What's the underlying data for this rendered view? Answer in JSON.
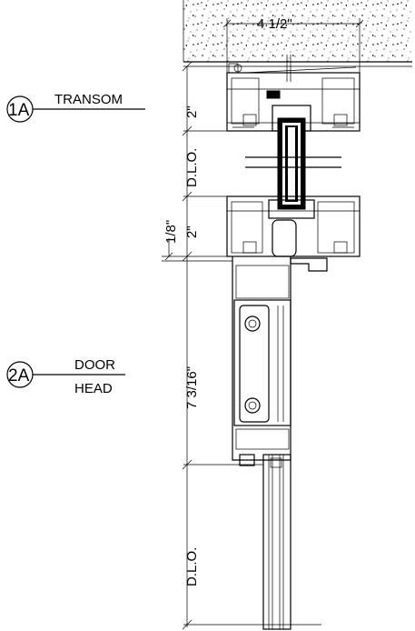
{
  "callouts": {
    "transom": {
      "bubble": "1A",
      "label": "TRANSOM"
    },
    "door_head": {
      "bubble": "2A",
      "label_line1": "DOOR",
      "label_line2": "HEAD"
    }
  },
  "dimensions": {
    "top_width": "4 1/2\"",
    "transom_depth": "2\"",
    "dlo_upper": "D.L.O.",
    "head_depth": "2\"",
    "gap": "1/8\"",
    "door_head_height": "7 3/16\"",
    "dlo_lower": "D.L.O."
  }
}
